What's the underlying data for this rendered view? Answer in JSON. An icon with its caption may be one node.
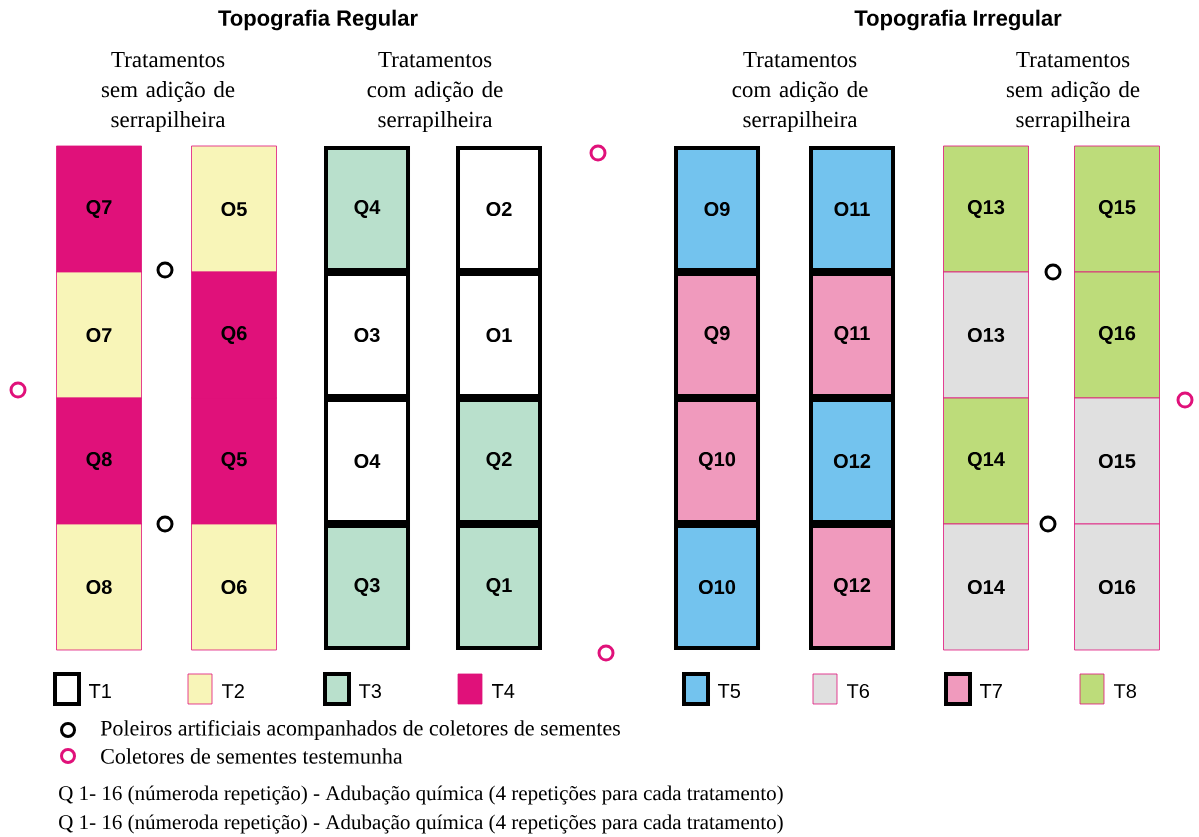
{
  "diagram": {
    "nodes": [
      {
        "text": [
          "Q7"
        ]
      },
      {
        "text": [
          "O7"
        ]
      },
      {
        "text": [
          "Q8"
        ]
      },
      {
        "text": [
          "O8"
        ]
      },
      {
        "text": [
          "O5"
        ]
      },
      {
        "text": [
          "Q6"
        ]
      },
      {
        "text": [
          "Q5"
        ]
      },
      {
        "text": [
          "O6"
        ]
      },
      {
        "text": [
          "Q4"
        ]
      },
      {
        "text": [
          "O3"
        ]
      },
      {
        "text": [
          "O4"
        ]
      },
      {
        "text": [
          "Q3"
        ]
      },
      {
        "text": [
          "O2"
        ]
      },
      {
        "text": [
          "O1"
        ]
      },
      {
        "text": [
          "Q2"
        ]
      },
      {
        "text": [
          "Q1"
        ]
      },
      {
        "text": [
          "O9"
        ]
      },
      {
        "text": [
          "Q9"
        ]
      },
      {
        "text": [
          "Q10"
        ]
      },
      {
        "text": [
          "O10"
        ]
      },
      {
        "text": [
          "O11"
        ]
      },
      {
        "text": [
          "Q11"
        ]
      },
      {
        "text": [
          "O12"
        ]
      },
      {
        "text": [
          "Q12"
        ]
      },
      {
        "text": [
          "Q13"
        ]
      },
      {
        "text": [
          "O13"
        ]
      },
      {
        "text": [
          "Q14"
        ]
      },
      {
        "text": [
          "O14"
        ]
      },
      {
        "text": [
          "Q15"
        ]
      },
      {
        "text": [
          "Q16"
        ]
      },
      {
        "text": [
          "O15"
        ]
      },
      {
        "text": [
          "O16"
        ]
      }
    ],
    "labels": [
      "Topografia Regular",
      "Topografia Irregular",
      "Tratamentos sem adição de serrapilheira",
      "Tratamentos com adição de serrapilheira",
      "Tratamentos com adição de serrapilheira",
      "Tratamentos sem adição de serrapilheira",
      "Q 1- 16 (númeroda repetição) - Adubação química (4 repetições para cada tratamento)",
      "Q 1- 16 (númeroda repetição) - Adubação química (4 repetições para cada tratamento)"
    ],
    "legend": [
      {
        "text": "T1"
      },
      {
        "text": "T2",
        "color": "#f8f5b8"
      },
      {
        "text": "T3",
        "color": "#b9e0cc"
      },
      {
        "text": "T4",
        "color": "#e0117a"
      },
      {
        "text": "T5",
        "color": "#73c3ee"
      },
      {
        "text": "T6",
        "color": "#e0e0e0"
      },
      {
        "text": "T7",
        "color": "#f09abd"
      },
      {
        "text": "T8",
        "color": "#bddc7a"
      },
      {
        "text": "Poleiros artificiais acompanhados de coletores de sementes"
      },
      {
        "text": "Coletores de sementes testemunha"
      }
    ]
  }
}
